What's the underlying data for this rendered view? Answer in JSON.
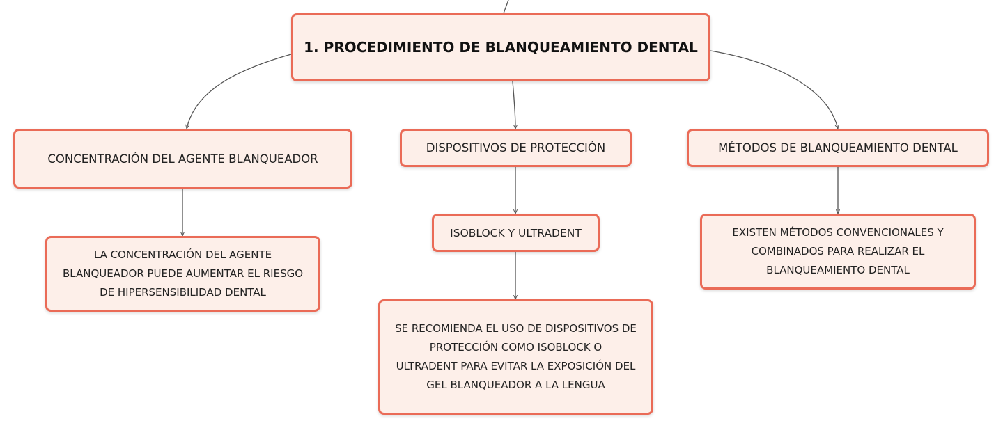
{
  "diagram": {
    "colors": {
      "node_fill": "#fdefe9",
      "node_border": "#ea6b57",
      "connector": "#555555"
    },
    "root": {
      "label": "1. PROCEDIMIENTO DE BLANQUEAMIENTO DENTAL"
    },
    "branches": [
      {
        "label": "CONCENTRACIÓN DEL AGENTE BLANQUEADOR",
        "children": [
          {
            "lines": [
              "LA CONCENTRACIÓN DEL AGENTE",
              "BLANQUEADOR PUEDE AUMENTAR EL RIESGO",
              "DE HIPERSENSIBILIDAD DENTAL"
            ]
          }
        ]
      },
      {
        "label": "DISPOSITIVOS DE PROTECCIÓN",
        "children": [
          {
            "label": "ISOBLOCK Y ULTRADENT",
            "children": [
              {
                "lines": [
                  "SE RECOMIENDA EL USO DE DISPOSITIVOS DE",
                  "PROTECCIÓN COMO ISOBLOCK O",
                  "ULTRADENT PARA EVITAR LA EXPOSICIÓN DEL",
                  "GEL BLANQUEADOR A LA LENGUA"
                ]
              }
            ]
          }
        ]
      },
      {
        "label": "MÉTODOS DE BLANQUEAMIENTO DENTAL",
        "children": [
          {
            "lines": [
              "EXISTEN MÉTODOS CONVENCIONALES Y",
              "COMBINADOS PARA REALIZAR EL",
              "BLANQUEAMIENTO DENTAL"
            ]
          }
        ]
      }
    ]
  }
}
